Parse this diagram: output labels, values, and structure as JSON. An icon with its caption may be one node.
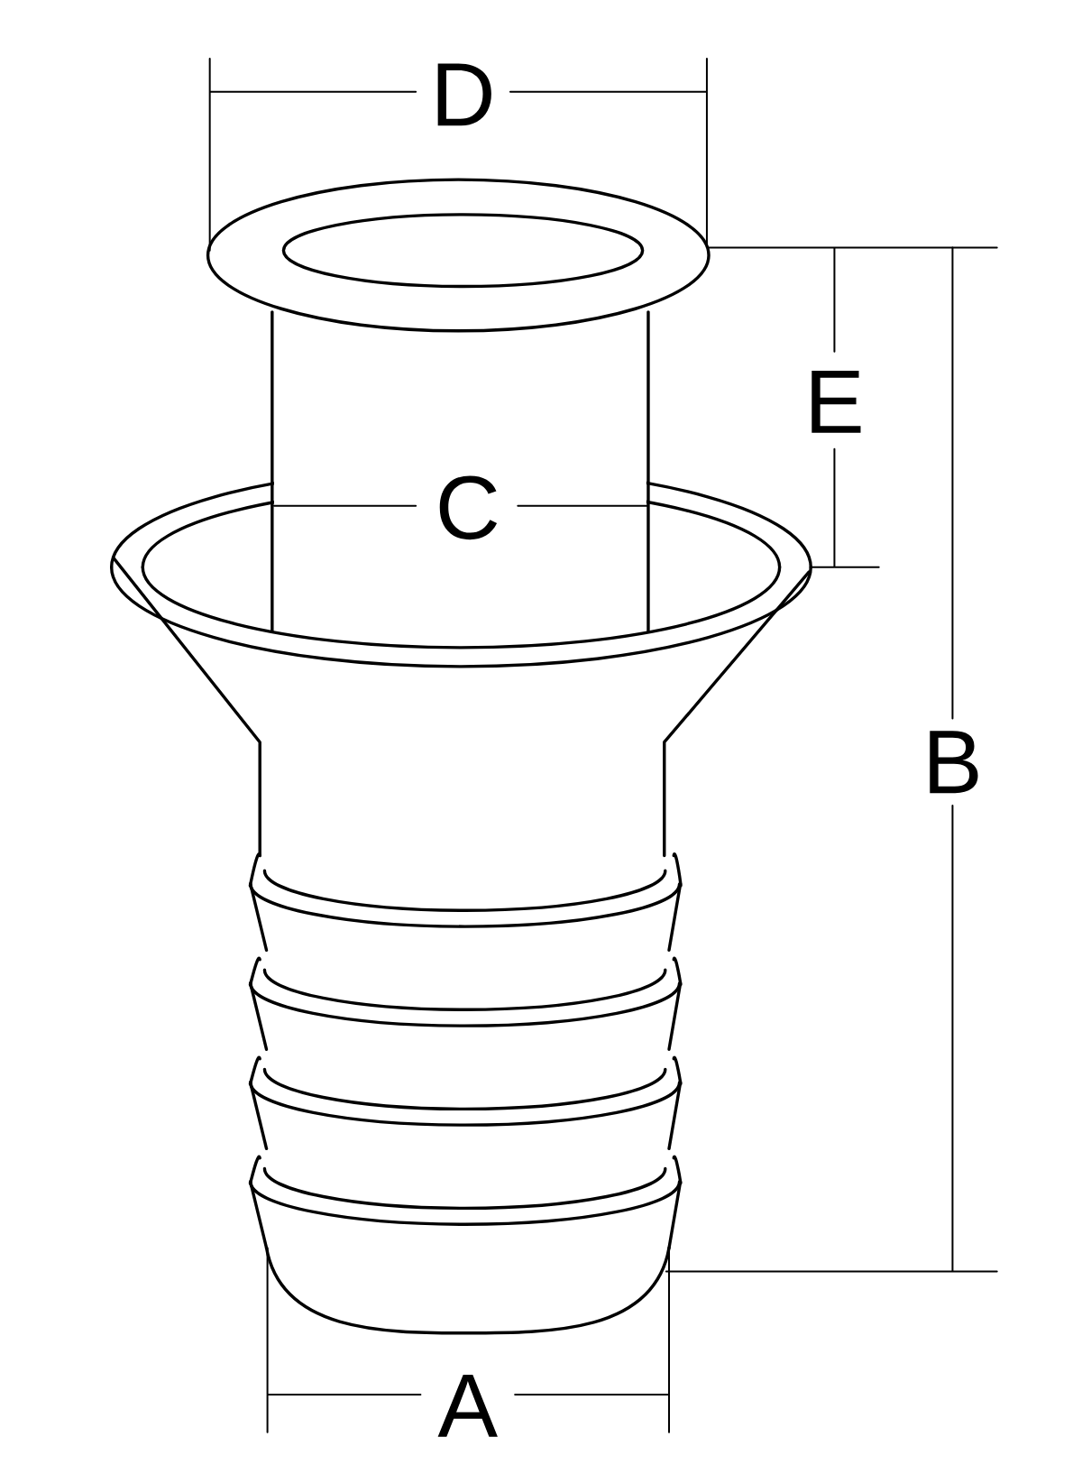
{
  "diagram": {
    "labels": [
      "D",
      "E",
      "C",
      "B",
      "A"
    ]
  }
}
